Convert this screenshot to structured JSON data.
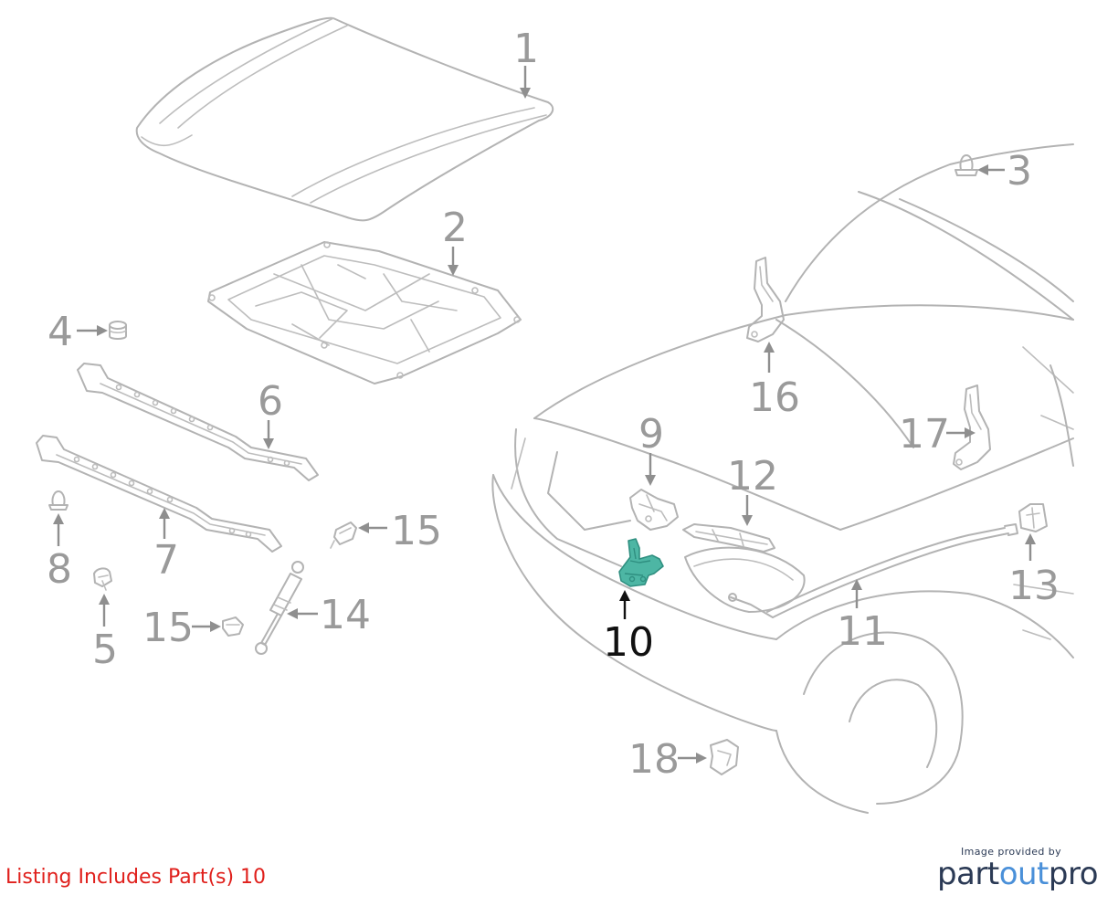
{
  "callouts": [
    {
      "id": "1",
      "label": "1",
      "highlighted": false
    },
    {
      "id": "2",
      "label": "2",
      "highlighted": false
    },
    {
      "id": "3",
      "label": "3",
      "highlighted": false
    },
    {
      "id": "4",
      "label": "4",
      "highlighted": false
    },
    {
      "id": "5",
      "label": "5",
      "highlighted": false
    },
    {
      "id": "6",
      "label": "6",
      "highlighted": false
    },
    {
      "id": "7",
      "label": "7",
      "highlighted": false
    },
    {
      "id": "8",
      "label": "8",
      "highlighted": false
    },
    {
      "id": "9",
      "label": "9",
      "highlighted": false
    },
    {
      "id": "10",
      "label": "10",
      "highlighted": true
    },
    {
      "id": "11",
      "label": "11",
      "highlighted": false
    },
    {
      "id": "12",
      "label": "12",
      "highlighted": false
    },
    {
      "id": "13",
      "label": "13",
      "highlighted": false
    },
    {
      "id": "14",
      "label": "14",
      "highlighted": false
    },
    {
      "id": "15a",
      "label": "15",
      "highlighted": false
    },
    {
      "id": "15b",
      "label": "15",
      "highlighted": false
    },
    {
      "id": "16",
      "label": "16",
      "highlighted": false
    },
    {
      "id": "17",
      "label": "17",
      "highlighted": false
    },
    {
      "id": "18",
      "label": "18",
      "highlighted": false
    }
  ],
  "listing": {
    "text": "Listing Includes Part(s) 10"
  },
  "credit": {
    "small": "Image provided by",
    "brand_part": "part",
    "brand_out": "out",
    "brand_pro": "pro"
  },
  "colors": {
    "highlight_part": "#4db6a4",
    "listing_text": "#e0201c",
    "line_art": "#b3b3b3",
    "label": "#9a9a9a",
    "highlight_label": "#111111",
    "brand_navy": "#2b3a55",
    "brand_blue": "#4a90d9"
  }
}
